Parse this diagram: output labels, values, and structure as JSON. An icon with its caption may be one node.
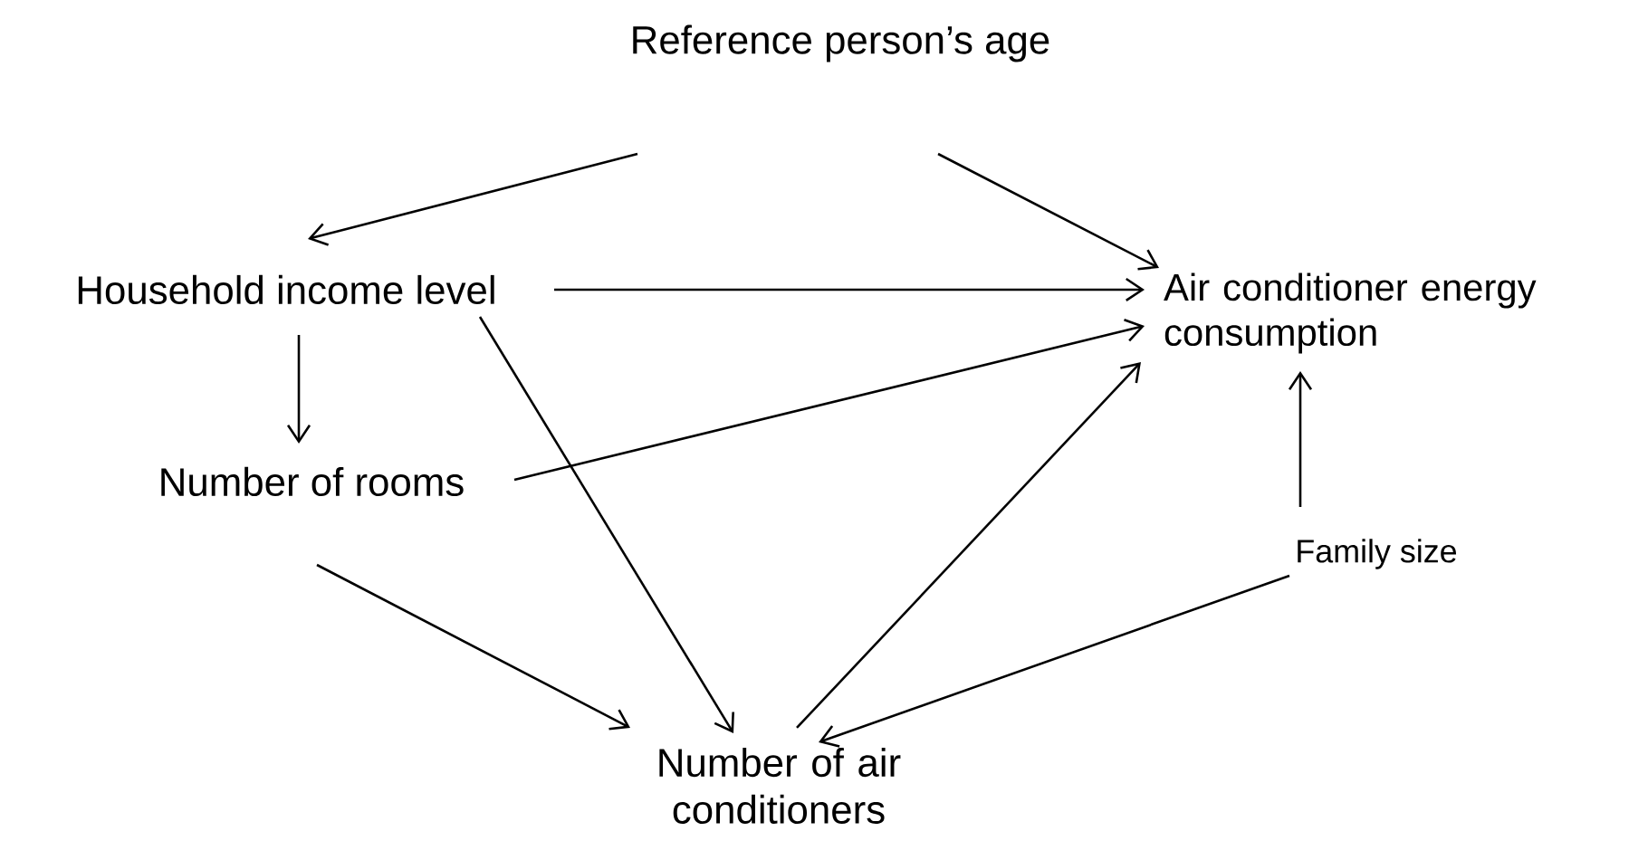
{
  "diagram": {
    "nodes": [
      {
        "text": [
          "Reference person’s age"
        ]
      },
      {
        "text": [
          "Household income level"
        ]
      },
      {
        "text": [
          "Air conditioner energy consumption"
        ]
      },
      {
        "text": [
          "Number of rooms"
        ]
      },
      {
        "text": [
          "Family size"
        ]
      },
      {
        "text": [
          "Number of air conditioners"
        ]
      }
    ],
    "edges": [
      {
        "from": 0,
        "to": 1,
        "arrow": "to"
      },
      {
        "from": 0,
        "to": 2,
        "arrow": "to"
      },
      {
        "from": 1,
        "to": 2,
        "arrow": "to"
      },
      {
        "from": 1,
        "to": 3,
        "arrow": "to"
      },
      {
        "from": 3,
        "to": 2,
        "arrow": "to"
      },
      {
        "from": 1,
        "to": 5,
        "arrow": "to"
      },
      {
        "from": 3,
        "to": 5,
        "arrow": "to"
      },
      {
        "from": 5,
        "to": 2,
        "arrow": "to"
      },
      {
        "from": 4,
        "to": 2,
        "arrow": "to"
      },
      {
        "from": 4,
        "to": 5,
        "arrow": "to"
      }
    ]
  }
}
